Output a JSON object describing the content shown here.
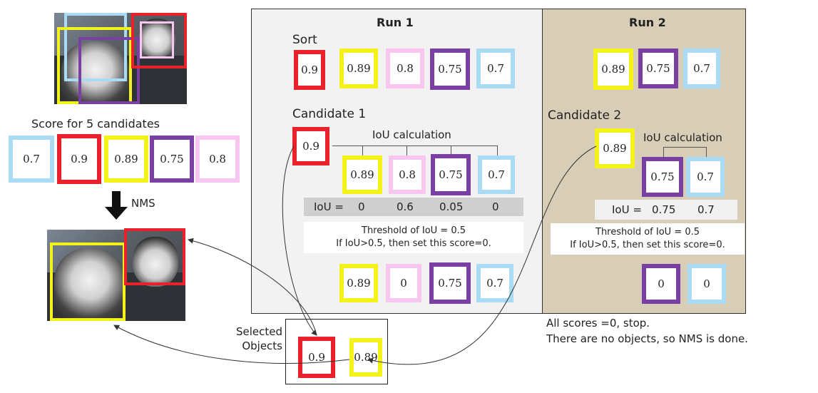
{
  "colors": {
    "red": "#e8222a",
    "yellow": "#f3f21a",
    "pink": "#f8c6ee",
    "purple": "#7a3fa3",
    "lightblue": "#a9dbf5",
    "run1_bg": "#f2f2f2",
    "run2_bg": "#d8cdb6"
  },
  "left": {
    "score_title": "Score for 5 candidates",
    "scores": [
      "0.7",
      "0.9",
      "0.89",
      "0.75",
      "0.8"
    ],
    "nms_label": "NMS"
  },
  "run1": {
    "title": "Run 1",
    "sort_label": "Sort",
    "sorted": [
      "0.9",
      "0.89",
      "0.8",
      "0.75",
      "0.7"
    ],
    "candidate_label": "Candidate 1",
    "candidate_value": "0.9",
    "iou_calc_label": "IoU calculation",
    "compared": [
      "0.89",
      "0.8",
      "0.75",
      "0.7"
    ],
    "iou_prefix": "IoU =",
    "iou_values": [
      "0",
      "0.6",
      "0.05",
      "0"
    ],
    "threshold_line1": "Threshold of IoU = 0.5",
    "threshold_line2": "If IoU>0.5, then set this score=0.",
    "results": [
      "0.89",
      "0",
      "0.75",
      "0.7"
    ]
  },
  "run2": {
    "title": "Run 2",
    "sorted": [
      "0.89",
      "0.75",
      "0.7"
    ],
    "candidate_label": "Candidate 2",
    "candidate_value": "0.89",
    "iou_calc_label": "IoU calculation",
    "compared": [
      "0.75",
      "0.7"
    ],
    "iou_prefix": "IoU =",
    "iou_values": [
      "0.75",
      "0.7"
    ],
    "threshold_line1": "Threshold of IoU = 0.5",
    "threshold_line2": "If IoU>0.5, then set this score=0.",
    "results": [
      "0",
      "0"
    ],
    "stop_line1": "All scores =0, stop.",
    "stop_line2": "There are no objects, so NMS is done."
  },
  "selected": {
    "label_line1": "Selected",
    "label_line2": "Objects",
    "values": [
      "0.9",
      "0.89"
    ]
  }
}
